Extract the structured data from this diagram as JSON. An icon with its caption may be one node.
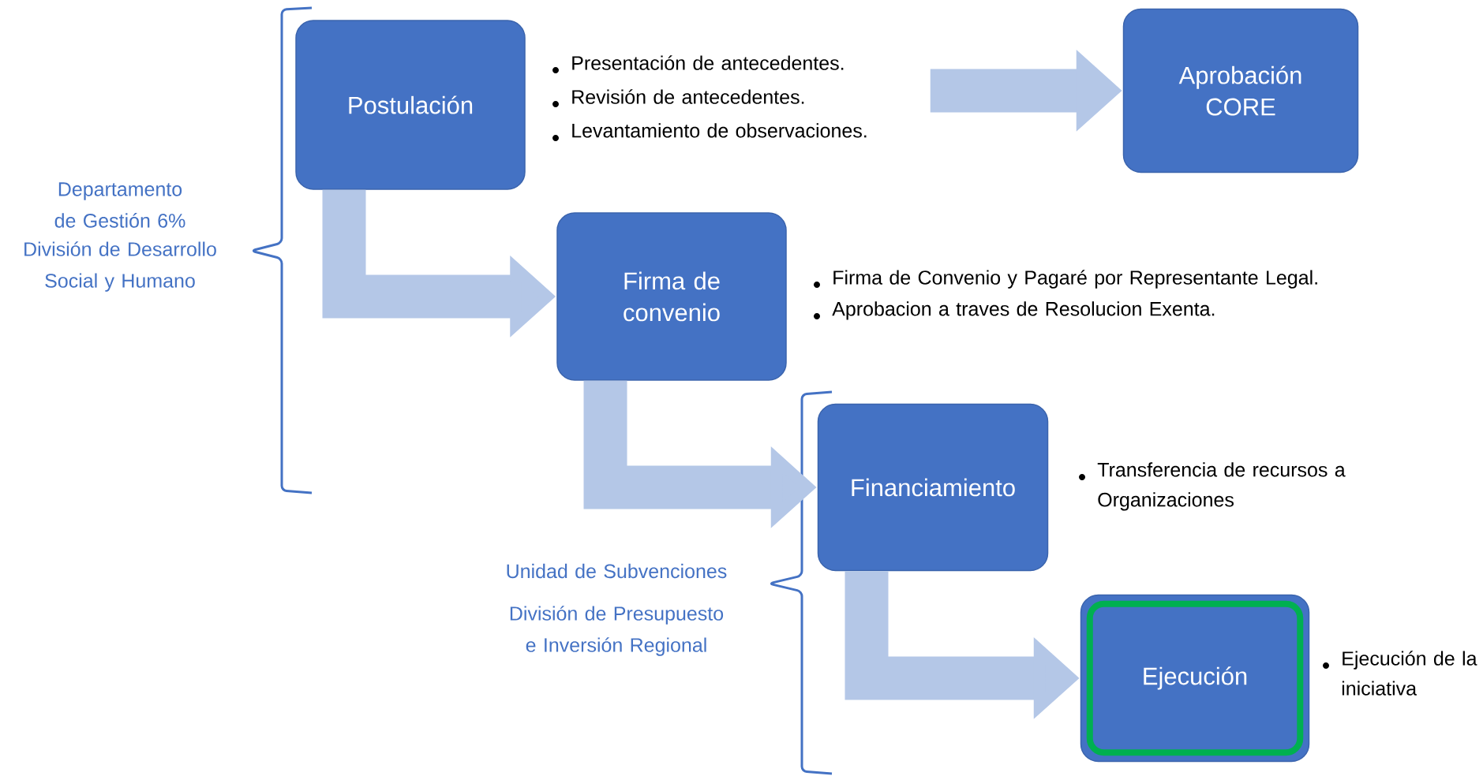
{
  "diagram": {
    "nodes": [
      {
        "text": [
          "Postulación"
        ],
        "beside": [
          "Presentación de antecedentes.",
          "Revisión de antecedentes.",
          "Levantamiento de observaciones."
        ]
      },
      {
        "text": [
          "Aprobación CORE"
        ]
      },
      {
        "text": [
          "Firma de convenio"
        ],
        "beside": [
          "Firma de Convenio y Pagaré por Representante Legal.",
          "Aprobacion a traves de Resolucion Exenta."
        ]
      },
      {
        "text": [
          "Financiamiento"
        ],
        "beside": [
          "Transferencia de recursos a Organizaciones"
        ]
      },
      {
        "text": [
          "Ejecución"
        ],
        "beside": [
          "Ejecución de la iniciativa"
        ]
      }
    ],
    "edges": [
      {
        "from": 0,
        "to": 1,
        "arrow": "to"
      },
      {
        "from": 0,
        "to": 2,
        "arrow": "to"
      },
      {
        "from": 2,
        "to": 3,
        "arrow": "to"
      },
      {
        "from": 3,
        "to": 4,
        "arrow": "to"
      }
    ],
    "labels": [
      "Departamento de Gestión 6%",
      "División de Desarrollo Social y Humano",
      "Unidad de Subvenciones",
      "División de Presupuesto e Inversión Regional"
    ]
  }
}
